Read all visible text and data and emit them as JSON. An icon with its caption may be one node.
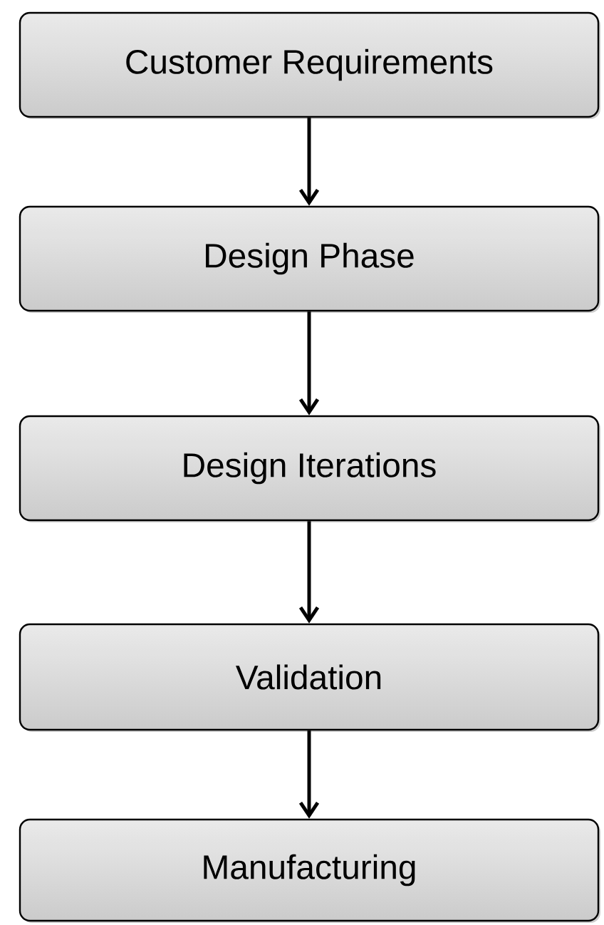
{
  "diagram": {
    "nodes": [
      {
        "text": [
          "Customer Requirements"
        ]
      },
      {
        "text": [
          "Design Phase"
        ]
      },
      {
        "text": [
          "Design Iterations"
        ]
      },
      {
        "text": [
          "Validation"
        ]
      },
      {
        "text": [
          "Manufacturing"
        ]
      }
    ],
    "edges": [
      {
        "from": 0,
        "to": 1,
        "arrow": "to"
      },
      {
        "from": 1,
        "to": 2,
        "arrow": "to"
      },
      {
        "from": 2,
        "to": 3,
        "arrow": "to"
      },
      {
        "from": 3,
        "to": 4,
        "arrow": "to"
      }
    ]
  }
}
